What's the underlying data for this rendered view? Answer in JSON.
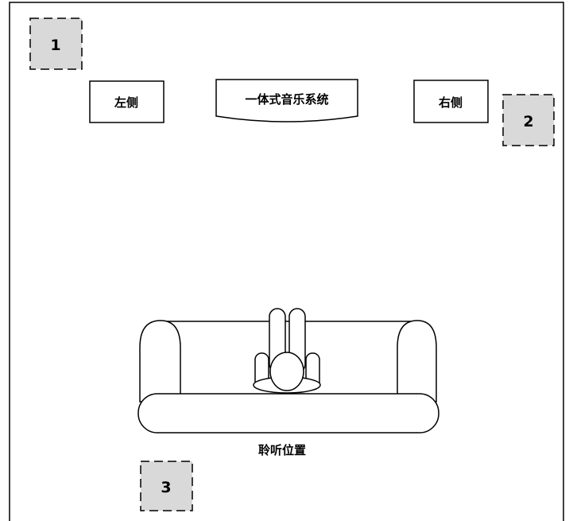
{
  "diagram": {
    "speakers": {
      "left": "左侧",
      "center": "一体式音乐系统",
      "right": "右侧"
    },
    "listening_position": "聆听位置",
    "placement_markers": [
      "1",
      "2",
      "3"
    ]
  },
  "colors": {
    "line": "#000000",
    "marker_fill": "#d9d9d9",
    "background": "#ffffff"
  }
}
